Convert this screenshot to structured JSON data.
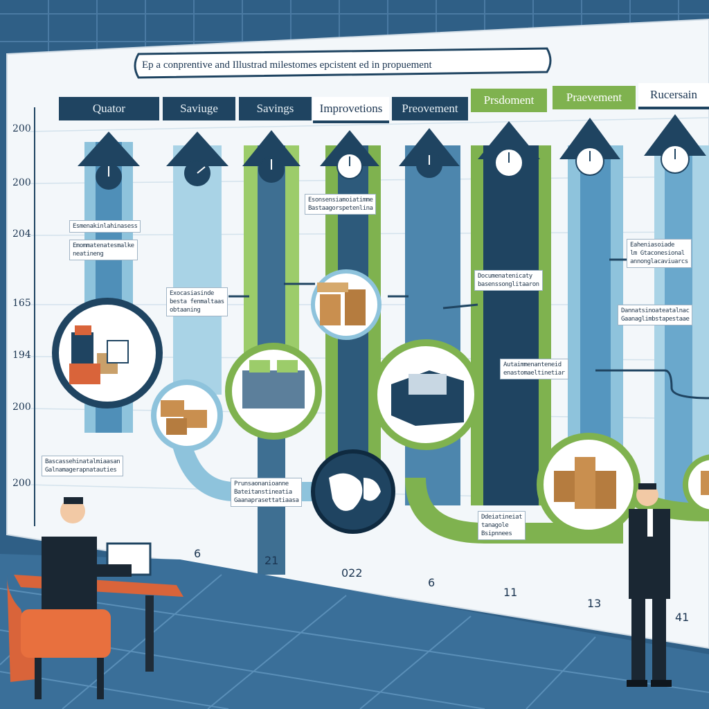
{
  "title": "Ep a conprentive and Illustrad milestomes epcistent ed in propuement",
  "columns": [
    {
      "label": "Quator"
    },
    {
      "label": "Saviuge"
    },
    {
      "label": "Savings"
    },
    {
      "label": "Improvetions"
    },
    {
      "label": "Preovement"
    },
    {
      "label": "Prsdoment"
    },
    {
      "label": "Praevement"
    },
    {
      "label": "Rucersain"
    }
  ],
  "y_labels": [
    "200",
    "200",
    "204",
    "165",
    "194",
    "200",
    "200"
  ],
  "x_labels": [
    "6",
    "21",
    "022",
    "6",
    "11",
    "13",
    "41"
  ],
  "annotations": [
    {
      "line1": "Esmenakinlahinasess",
      "line2": ""
    },
    {
      "line1": "Emommatenatesmalke",
      "line2": "neatineng"
    },
    {
      "line1": "Esonsensiamoiatimme",
      "line2": "Bastaagorspetenlina"
    },
    {
      "line1": "Exocasiasinde",
      "line2": "besta fenmaltaas"
    },
    {
      "line1": "obtaaning",
      "line2": ""
    },
    {
      "line1": "Documenatenicaty",
      "line2": "basenssonglitaaron"
    },
    {
      "line1": "Eaheniasoiade",
      "line2": "lm Gtaconesional"
    },
    {
      "line1": "annonglacaviuarcs",
      "line2": ""
    },
    {
      "line1": "Dannatsinoateatalnac",
      "line2": "Gaanaglimbstapestaae"
    },
    {
      "line1": "Autaimmenanteneid",
      "line2": "enastomaeltinetiar"
    },
    {
      "line1": "Bascassehinatalmiaasan",
      "line2": "Galnamagerapnatauties"
    },
    {
      "line1": "Prunsaonanioanne",
      "line2": "Bateitanstineatia"
    },
    {
      "line1": "Gaanaprasettatiaasa",
      "line2": ""
    },
    {
      "line1": "Ddeiatineiat",
      "line2": "tanagole"
    },
    {
      "line1": "Bsipnnees",
      "line2": ""
    }
  ],
  "colors": {
    "navy": "#1f4461",
    "green": "#7fb24f",
    "light_blue": "#8ec3dc",
    "wall": "#2f5f86"
  }
}
